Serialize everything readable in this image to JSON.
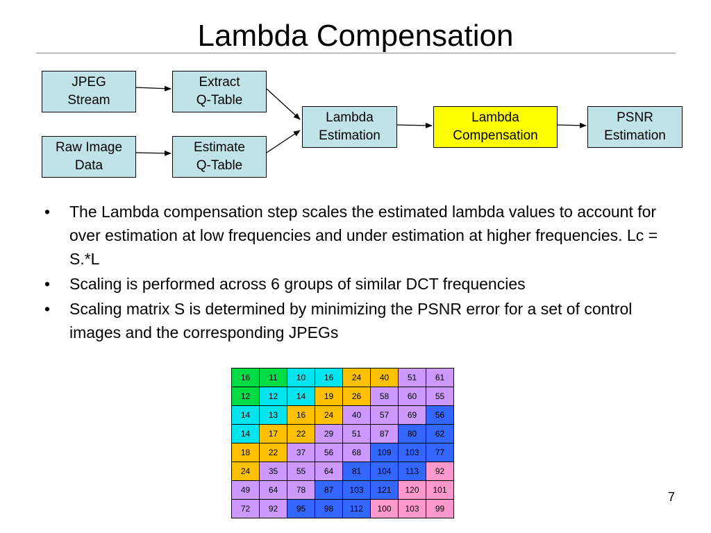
{
  "slide": {
    "title": "Lambda Compensation",
    "page_number": "7"
  },
  "flow": {
    "jpeg_stream": "JPEG\nStream",
    "raw_image_data": "Raw Image\nData",
    "extract_qtable": "Extract\nQ-Table",
    "estimate_qtable": "Estimate\nQ-Table",
    "lambda_estimation": "Lambda\nEstimation",
    "lambda_compensation": "Lambda\nCompensation",
    "psnr_estimation": "PSNR\nEstimation"
  },
  "bullets": [
    "The Lambda compensation step scales the estimated lambda values to account for over estimation at low frequencies and under estimation at higher frequencies.  Lc = S.*L",
    "Scaling is performed across 6 groups of similar DCT frequencies",
    "Scaling matrix S is determined by minimizing the PSNR error for a set of control images and the corresponding JPEGs"
  ],
  "bullet_glyph": "•",
  "colors": {
    "box_fill": "#bfe3e6",
    "highlight_fill": "#ffff00",
    "groups": {
      "g": "#00dd44",
      "c": "#00e5ee",
      "o": "#ffc000",
      "v": "#cc99ff",
      "b": "#3366ff",
      "p": "#ff99cc"
    }
  },
  "matrix": {
    "values": [
      [
        16,
        11,
        10,
        16,
        24,
        40,
        51,
        61
      ],
      [
        12,
        12,
        14,
        19,
        26,
        58,
        60,
        55
      ],
      [
        14,
        13,
        16,
        24,
        40,
        57,
        69,
        56
      ],
      [
        14,
        17,
        22,
        29,
        51,
        87,
        80,
        62
      ],
      [
        18,
        22,
        37,
        56,
        68,
        109,
        103,
        77
      ],
      [
        24,
        35,
        55,
        64,
        81,
        104,
        113,
        92
      ],
      [
        49,
        64,
        78,
        87,
        103,
        121,
        120,
        101
      ],
      [
        72,
        92,
        95,
        98,
        112,
        100,
        103,
        99
      ]
    ],
    "groups": [
      [
        "g",
        "g",
        "c",
        "c",
        "o",
        "o",
        "v",
        "v"
      ],
      [
        "g",
        "c",
        "c",
        "o",
        "o",
        "v",
        "v",
        "v"
      ],
      [
        "c",
        "c",
        "o",
        "o",
        "v",
        "v",
        "v",
        "b"
      ],
      [
        "c",
        "o",
        "o",
        "v",
        "v",
        "v",
        "b",
        "b"
      ],
      [
        "o",
        "o",
        "v",
        "v",
        "v",
        "b",
        "b",
        "b"
      ],
      [
        "o",
        "v",
        "v",
        "v",
        "b",
        "b",
        "b",
        "p"
      ],
      [
        "v",
        "v",
        "v",
        "b",
        "b",
        "b",
        "p",
        "p"
      ],
      [
        "v",
        "v",
        "b",
        "b",
        "b",
        "p",
        "p",
        "p"
      ]
    ]
  }
}
